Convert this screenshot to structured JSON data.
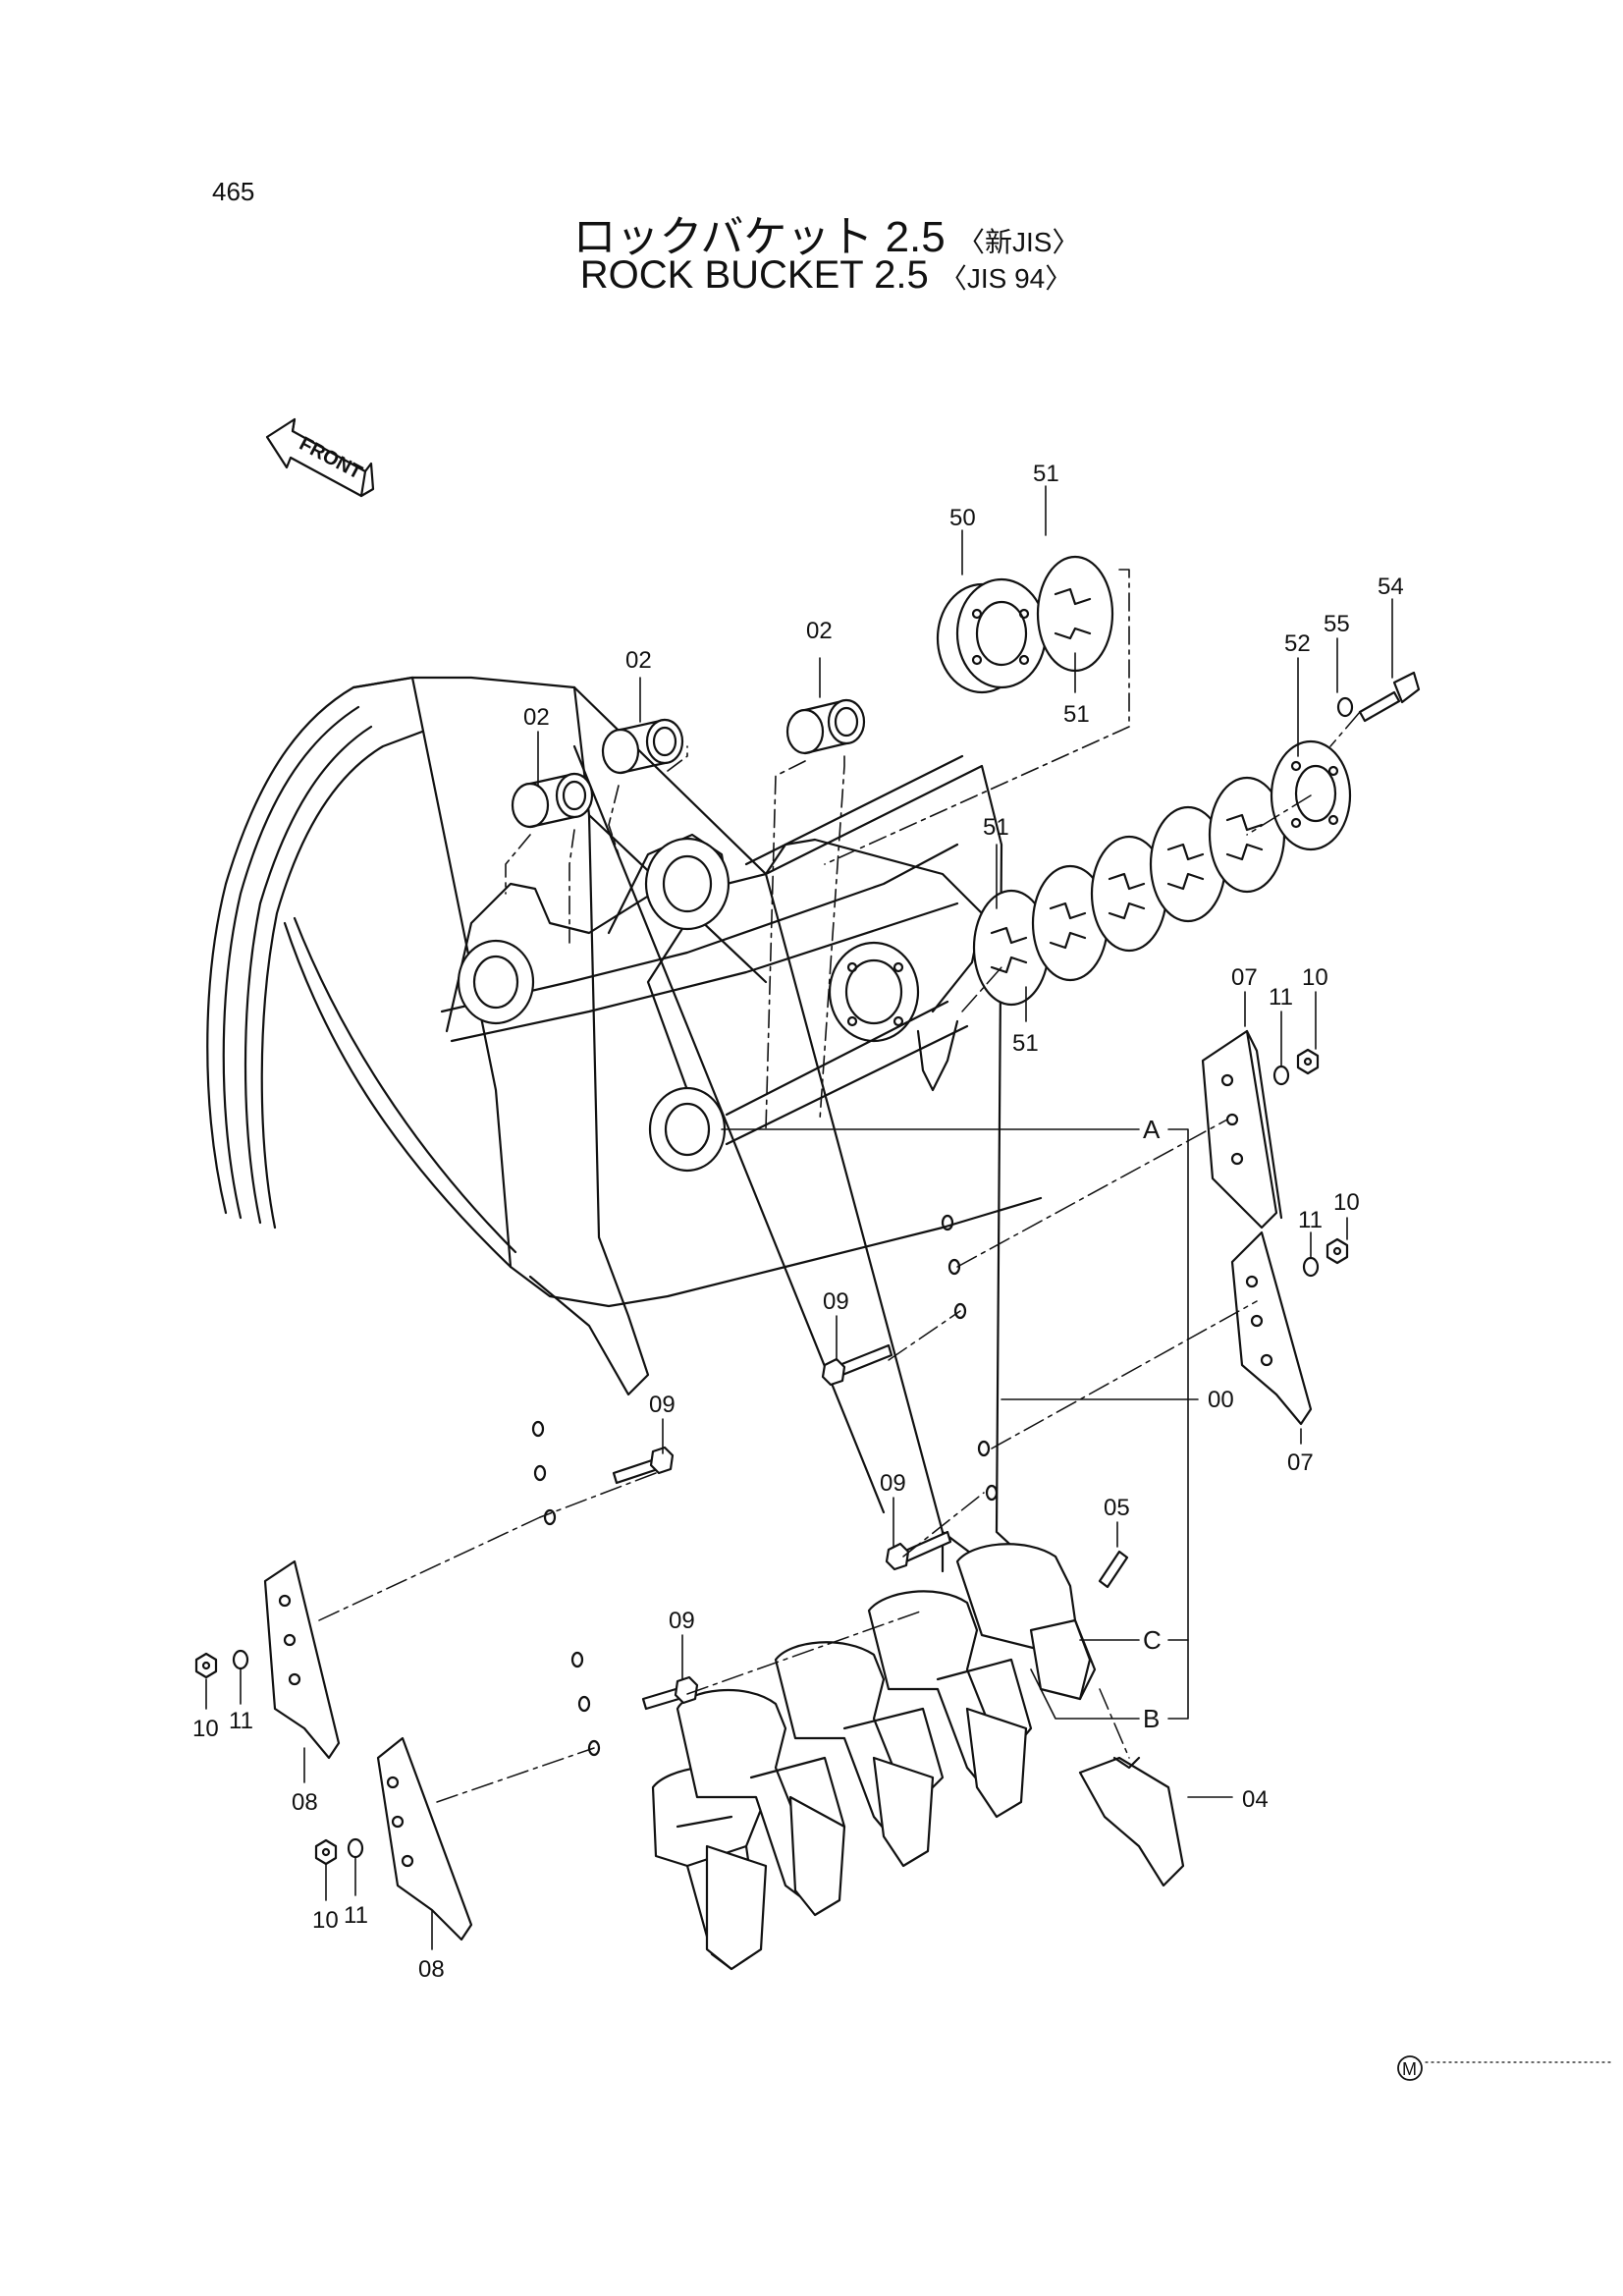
{
  "page": {
    "number": "465"
  },
  "title": {
    "jp_main": "ロックバケット 2.5",
    "jp_sub": "〈新JIS〉",
    "en_main": "ROCK  BUCKET 2.5",
    "en_sub": "〈JIS 94〉"
  },
  "front_arrow": {
    "label": "FRONT"
  },
  "callouts": {
    "c51_top": "51",
    "c50": "50",
    "c51_mid": "51",
    "c54": "54",
    "c55": "55",
    "c52": "52",
    "c02_right": "02",
    "c02_mid": "02",
    "c02_left": "02",
    "c51_left_top": "51",
    "c51_left_bot": "51",
    "c07_top": "07",
    "c11_top": "11",
    "c10_top": "10",
    "c11_mid": "11",
    "c10_mid": "10",
    "c07_mid": "07",
    "c09_upper": "09",
    "c09_left": "09",
    "c09_center": "09",
    "c09_lower": "09",
    "c00": "00",
    "c05": "05",
    "c04": "04",
    "c10_left": "10",
    "c11_left": "11",
    "c08_left": "08",
    "c10_bot": "10",
    "c11_bot": "11",
    "c08_bot": "08"
  },
  "letters": {
    "A": "A",
    "B": "B",
    "C": "C"
  },
  "mark": {
    "symbol": "M"
  }
}
